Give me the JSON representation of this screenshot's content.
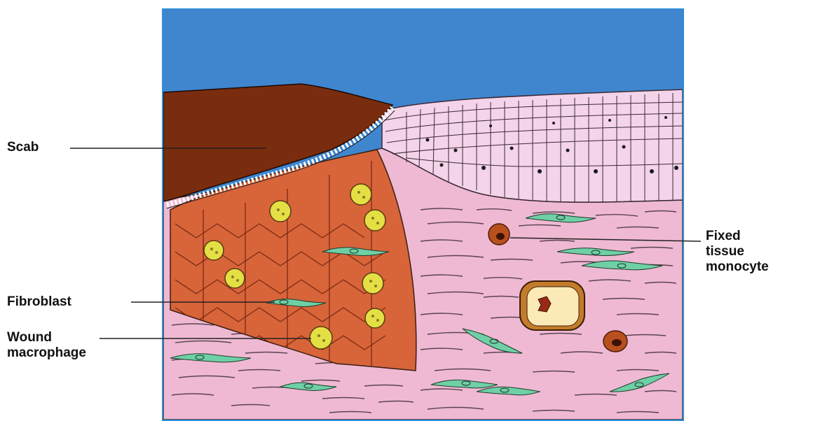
{
  "labels": {
    "scab": "Scab",
    "fibroblast": "Fibroblast",
    "wound_macrophage": [
      "Wound",
      "macrophage"
    ],
    "fixed_tissue_monocyte": [
      "Fixed",
      "tissue",
      "monocyte"
    ]
  },
  "colors": {
    "frame": "#2f8fd6",
    "sky": "#3f86cf",
    "scab": "#7a2c0e",
    "granulation": "#d8643a",
    "dermis": "#efb9d3",
    "epidermis_cell": "#f4d4ea",
    "fibroblast": "#6fd0a6",
    "macrophage": "#e3df45",
    "monocyte": "#b8501e",
    "vessel_wall": "#c47c2a"
  }
}
